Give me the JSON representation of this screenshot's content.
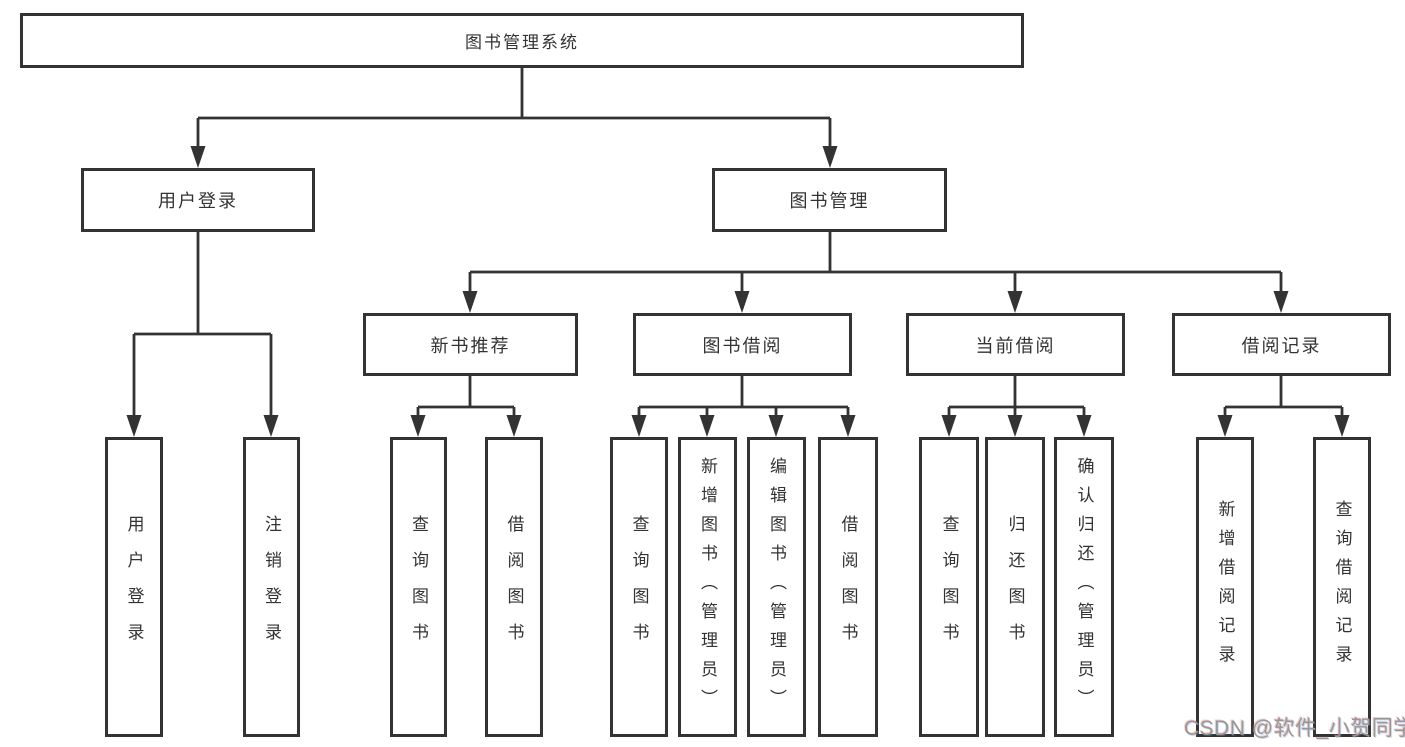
{
  "diagram": {
    "root": "图书管理系统",
    "level2": [
      "用户登录",
      "图书管理"
    ],
    "level3": [
      "新书推荐",
      "图书借阅",
      "当前借阅",
      "借阅记录"
    ],
    "leaf_groups": {
      "user_login": [
        "用户登录",
        "注销登录"
      ],
      "new_book_recommend": [
        "查询图书",
        "借阅图书"
      ],
      "book_borrow": [
        "查询图书",
        "新增图书（管理员）",
        "编辑图书（管理员）",
        "借阅图书"
      ],
      "current_borrow": [
        "查询图书",
        "归还图书",
        "确认归还（管理员）"
      ],
      "borrow_records": [
        "新增借阅记录",
        "查询借阅记录"
      ]
    }
  },
  "watermark": "CSDN @软件_小贺同学",
  "colors": {
    "line": "#333333",
    "box_border": "#333333",
    "text": "#333333",
    "watermark": "#97989a",
    "background": "#ffffff"
  }
}
